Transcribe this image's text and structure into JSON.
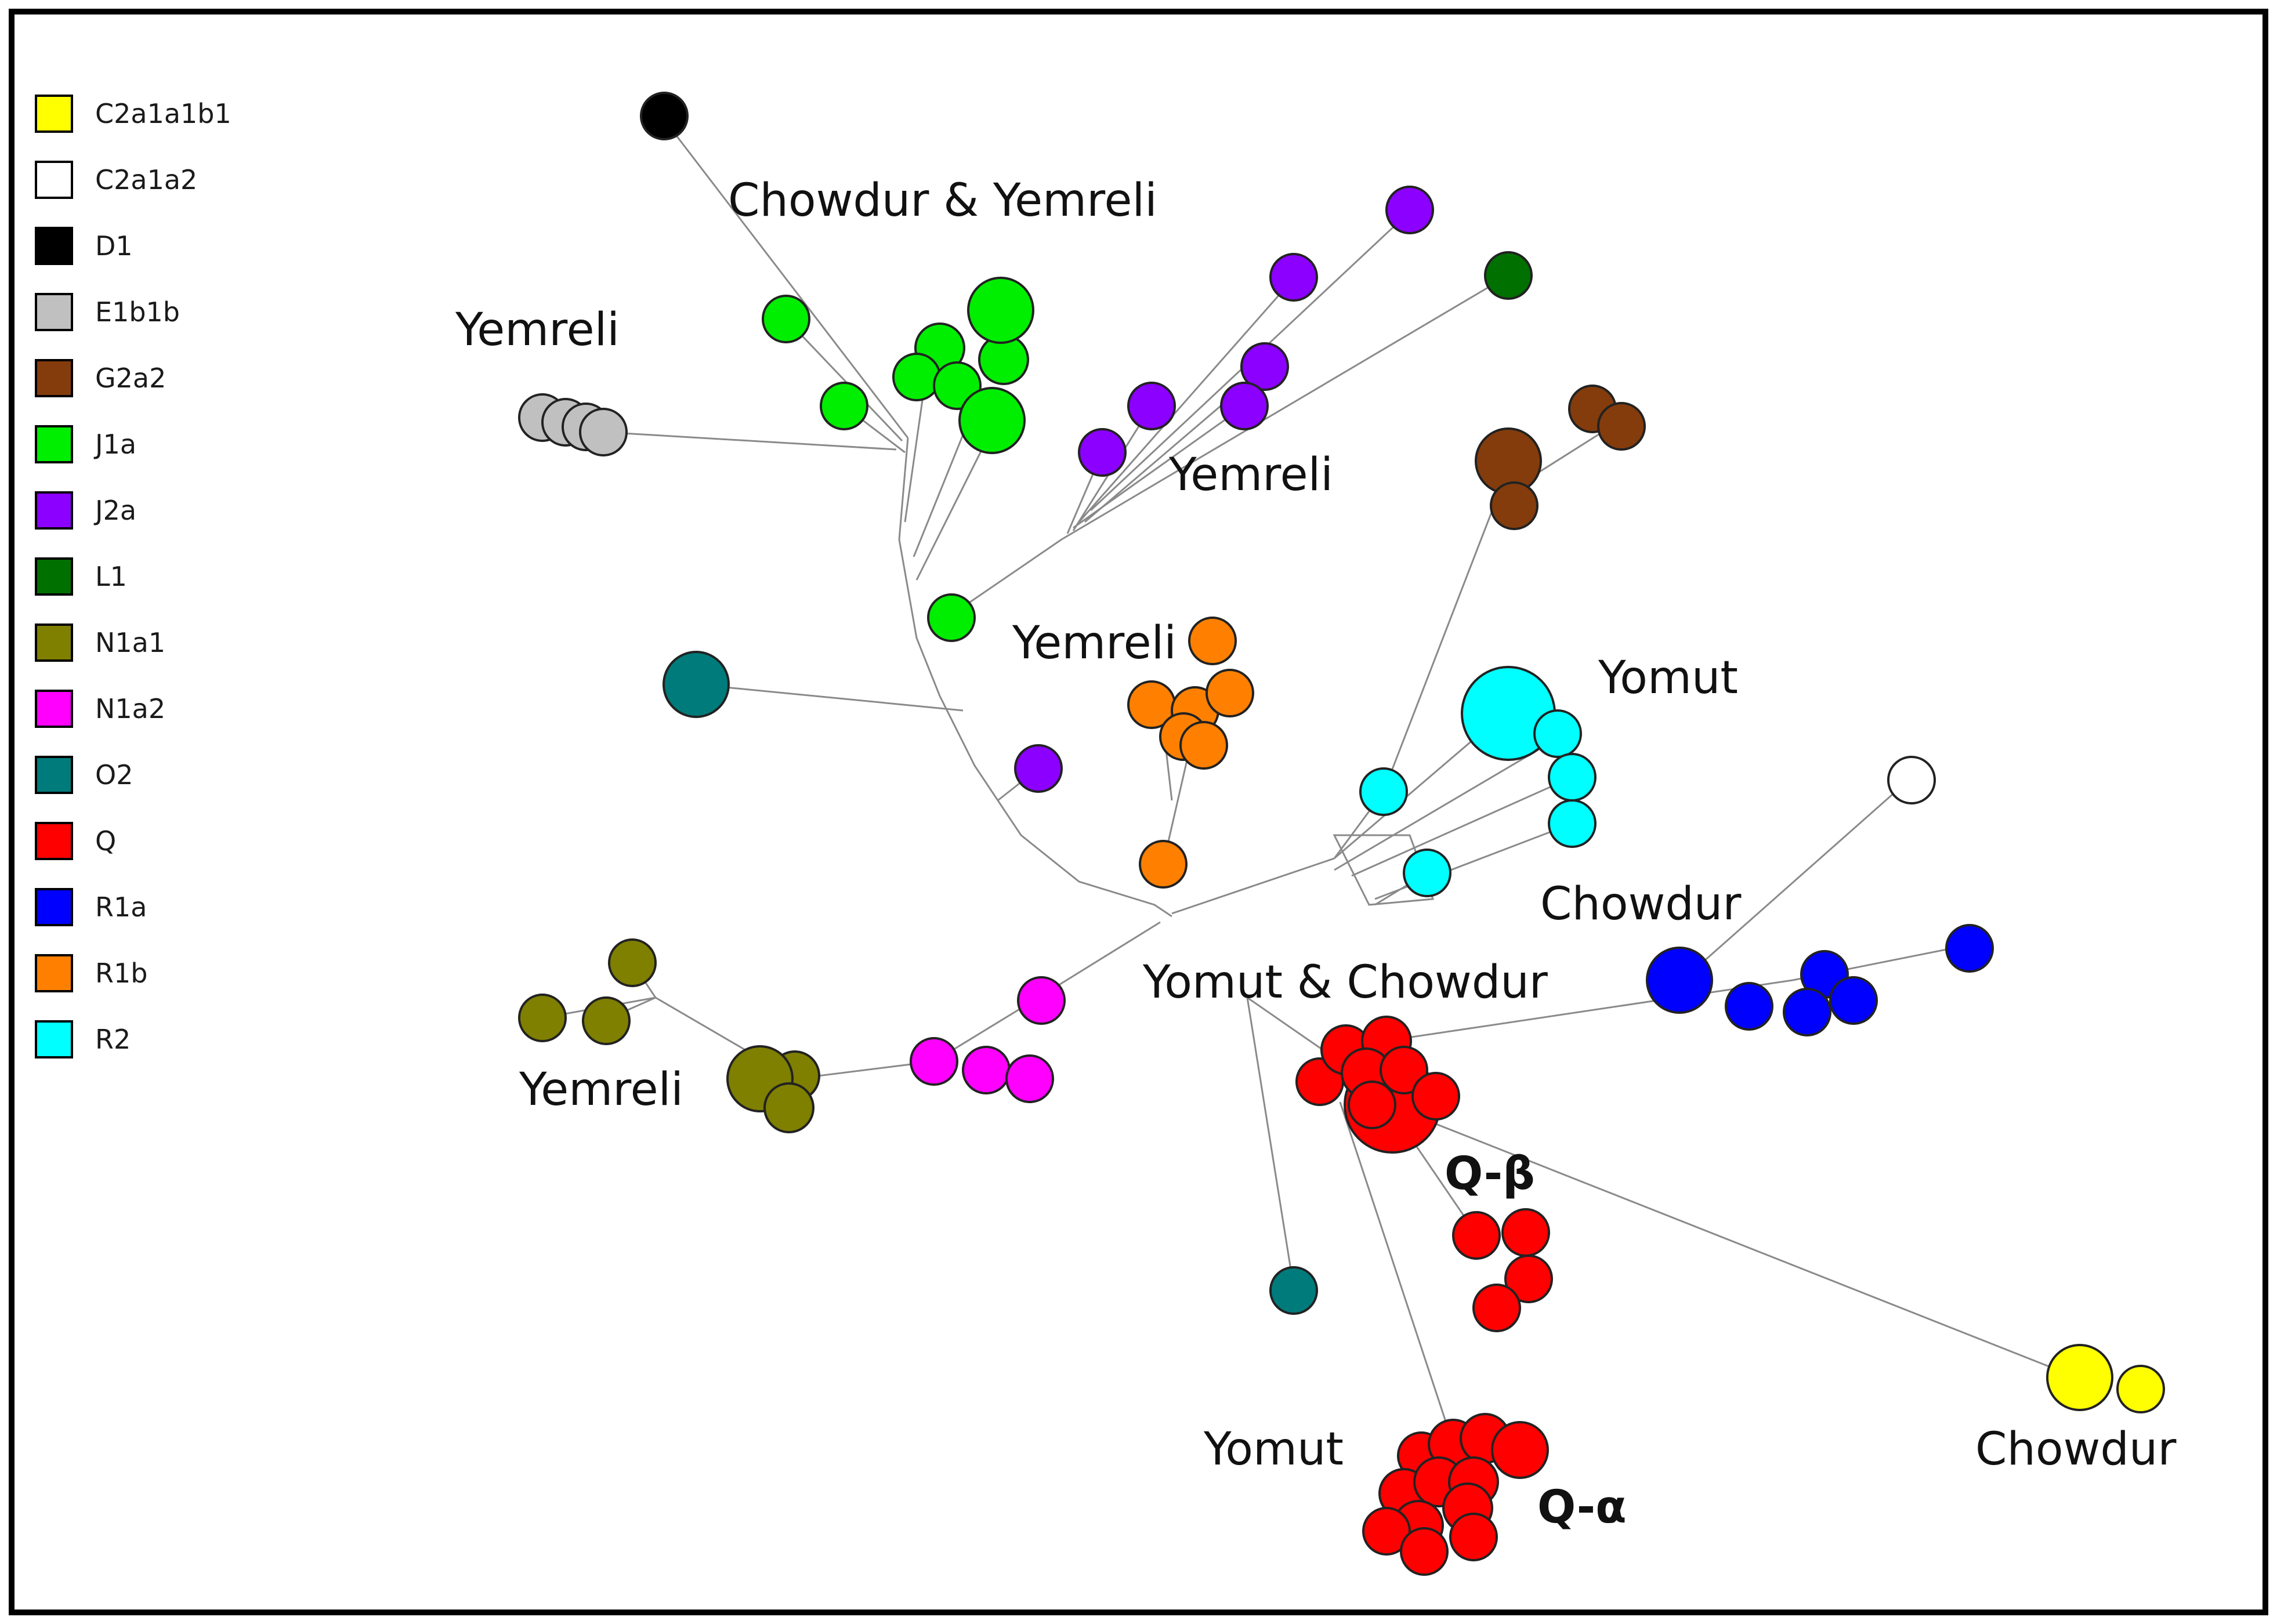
{
  "legend": [
    {
      "label": "C2a1a1b1",
      "color": "#ffff00"
    },
    {
      "label": "C2a1a2",
      "color": "#ffffff"
    },
    {
      "label": "D1",
      "color": "#000000"
    },
    {
      "label": "E1b1b",
      "color": "#c0c0c0"
    },
    {
      "label": "G2a2",
      "color": "#843c0c"
    },
    {
      "label": "J1a",
      "color": "#00ee00"
    },
    {
      "label": "J2a",
      "color": "#8b00ff"
    },
    {
      "label": "L1",
      "color": "#007000"
    },
    {
      "label": "N1a1",
      "color": "#7f7f00"
    },
    {
      "label": "N1a2",
      "color": "#ff00ff"
    },
    {
      "label": "O2",
      "color": "#007b7b"
    },
    {
      "label": "Q",
      "color": "#ff0000"
    },
    {
      "label": "R1a",
      "color": "#0000ff"
    },
    {
      "label": "R1b",
      "color": "#ff8000"
    },
    {
      "label": "R2",
      "color": "#00ffff"
    }
  ],
  "labels": {
    "chowdur_yemreli": "Chowdur & Yemreli",
    "yemreli_grey": "Yemreli",
    "yemreli_purple": "Yemreli",
    "yemreli_orange": "Yemreli",
    "yomut_cyan": "Yomut",
    "chowdur_blue": "Chowdur",
    "yomut_chowdur": "Yomut & Chowdur",
    "yemreli_olive": "Yemreli",
    "q_beta": "Q-β",
    "yomut_red": "Yomut",
    "q_alpha": "Q-α",
    "chowdur_yellow": "Chowdur"
  }
}
